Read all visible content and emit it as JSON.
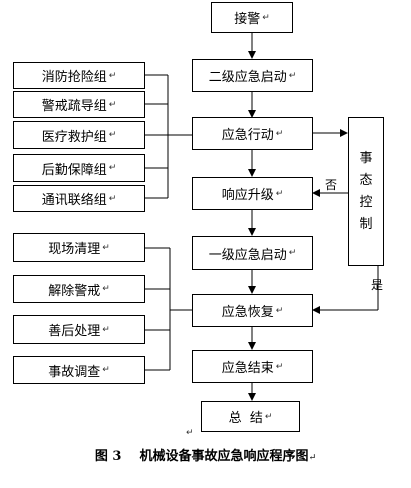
{
  "main_flow": {
    "jiejing": "接警",
    "erji": "二级应急启动",
    "xingdong": "应急行动",
    "shengji": "响应升级",
    "yiji": "一级应急启动",
    "huifu": "应急恢复",
    "jieshu": "应急结束",
    "zongjie": "总  结"
  },
  "left_top_groups": [
    "消防抢险组",
    "警戒疏导组",
    "医疗救护组",
    "后勤保障组",
    "通讯联络组"
  ],
  "left_bottom_groups": [
    "现场清理",
    "解除警戒",
    "善后处理",
    "事故调查"
  ],
  "control_box": [
    "事",
    "态",
    "控",
    "制"
  ],
  "labels": {
    "fou": "否",
    "shi": "是"
  },
  "return_mark": "↵",
  "caption": "图 3    机械设备事故应急响应程序图"
}
